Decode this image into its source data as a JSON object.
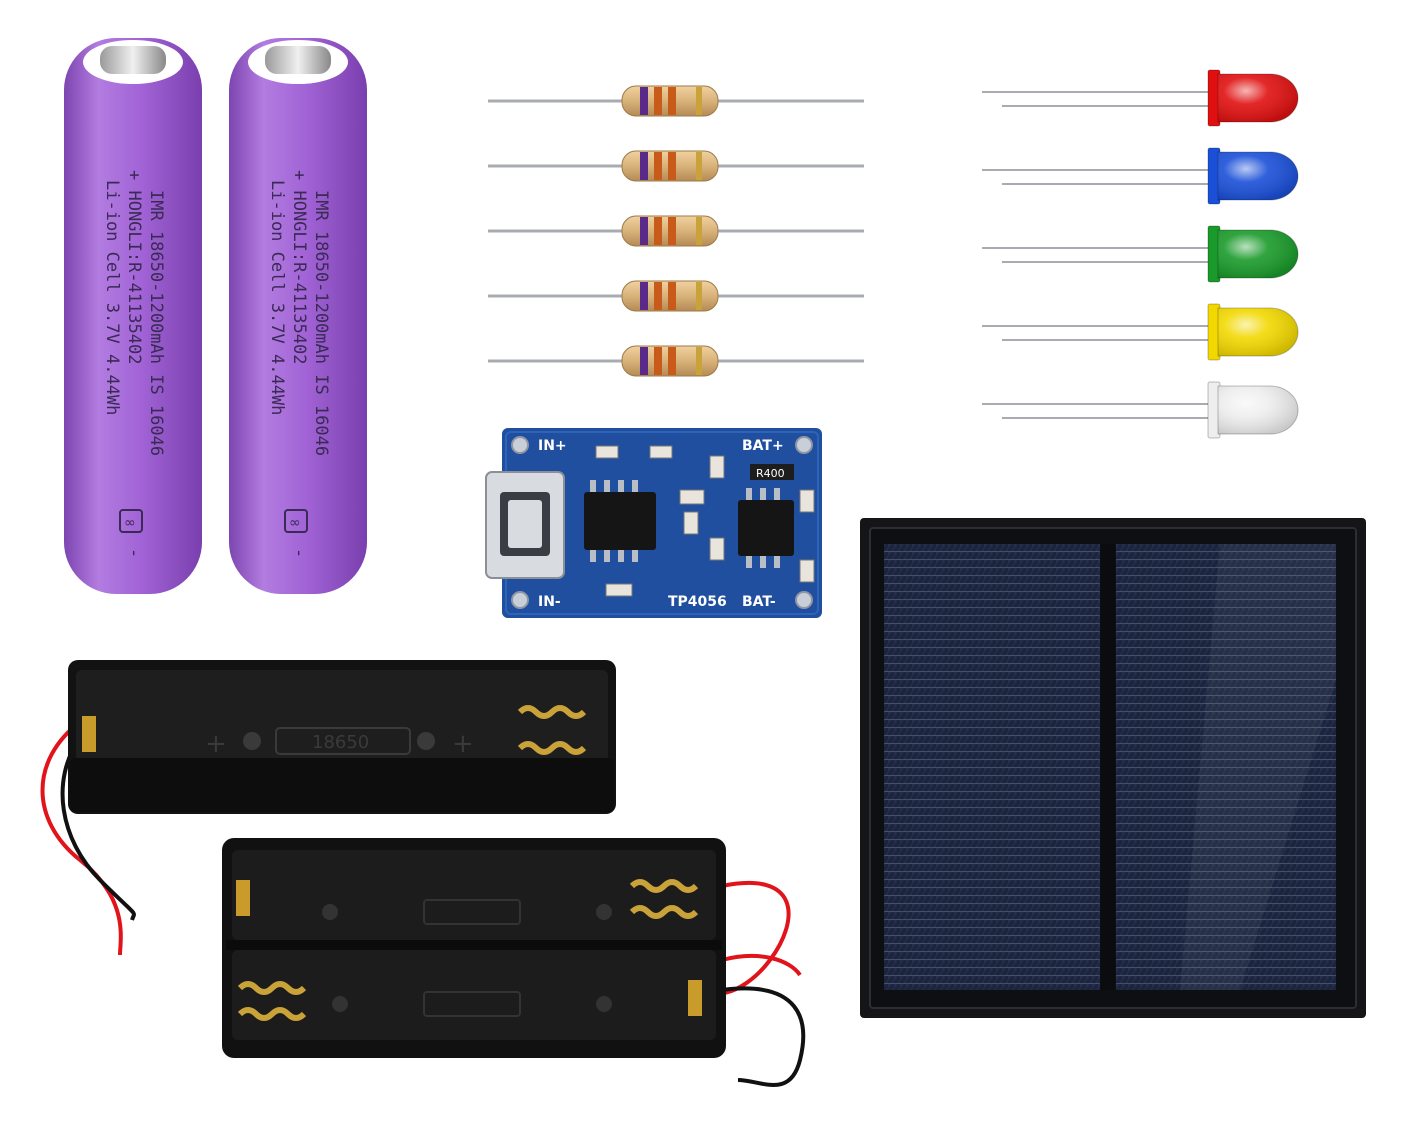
{
  "battery": {
    "line1": "IMR 18650-1200mAh IS 16046",
    "line2": "+ HONGLI:R-41135402",
    "line3": "Li-ion Cell 3.7V 4.44Wh",
    "minus": "-"
  },
  "charger_board": {
    "in_plus": "IN+",
    "in_minus": "IN-",
    "bat_plus": "BAT+",
    "bat_minus": "BAT-",
    "model": "TP4056",
    "resistor_code": "R400"
  },
  "battery_holder": {
    "label": "18650",
    "plus": "+"
  },
  "led_colors": [
    "#e01010",
    "#1a4fd8",
    "#1a9a2a",
    "#f2d800",
    "#eeeeee"
  ],
  "resistor_band_colors": [
    "#5a2a8a",
    "#c85a1a",
    "#c85a1a"
  ],
  "colors": {
    "battery": "#a567d6",
    "pcb": "#1f4f9e",
    "solar_frame": "#1a1a1c",
    "solar_cell": "#1c2640",
    "wire_red": "#e0141a",
    "wire_black": "#111111"
  }
}
